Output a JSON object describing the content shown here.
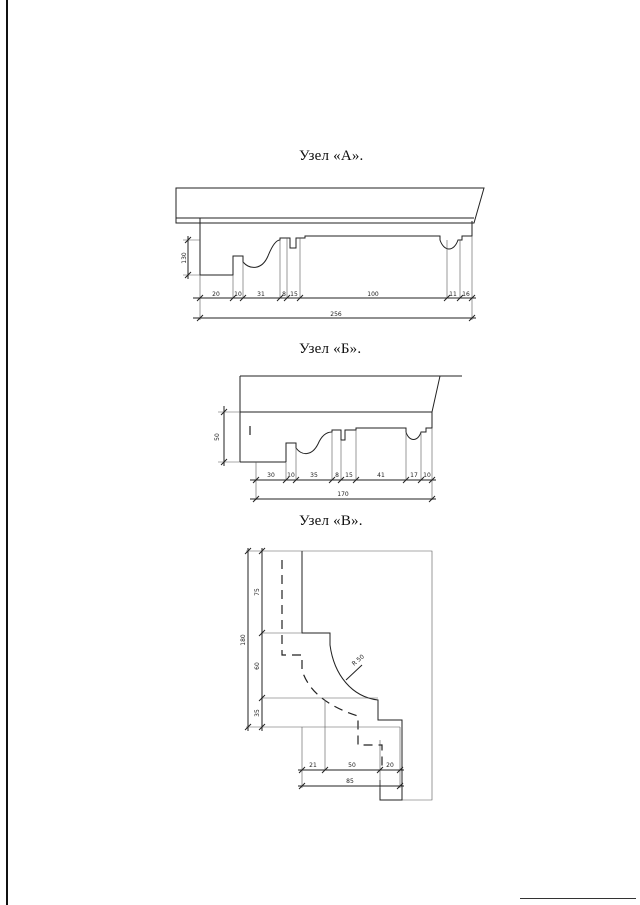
{
  "titles": {
    "a": "Узел «А».",
    "b": "Узел «Б».",
    "v": "Узел «В»."
  },
  "node_a": {
    "dims": [
      "20",
      "10",
      "31",
      "8",
      "15",
      "100",
      "11",
      "16"
    ],
    "overall": "256",
    "height": "130"
  },
  "node_b": {
    "dims": [
      "30",
      "10",
      "35",
      "8",
      "15",
      "41",
      "17",
      "10"
    ],
    "overall": "170",
    "height": "50"
  },
  "node_v": {
    "height_total": "180",
    "height_top": "75",
    "height_mid": "60",
    "height_low": "35",
    "bottom_dims": [
      "21",
      "50",
      "20"
    ],
    "bottom_total": "85",
    "radius": "R 50"
  }
}
